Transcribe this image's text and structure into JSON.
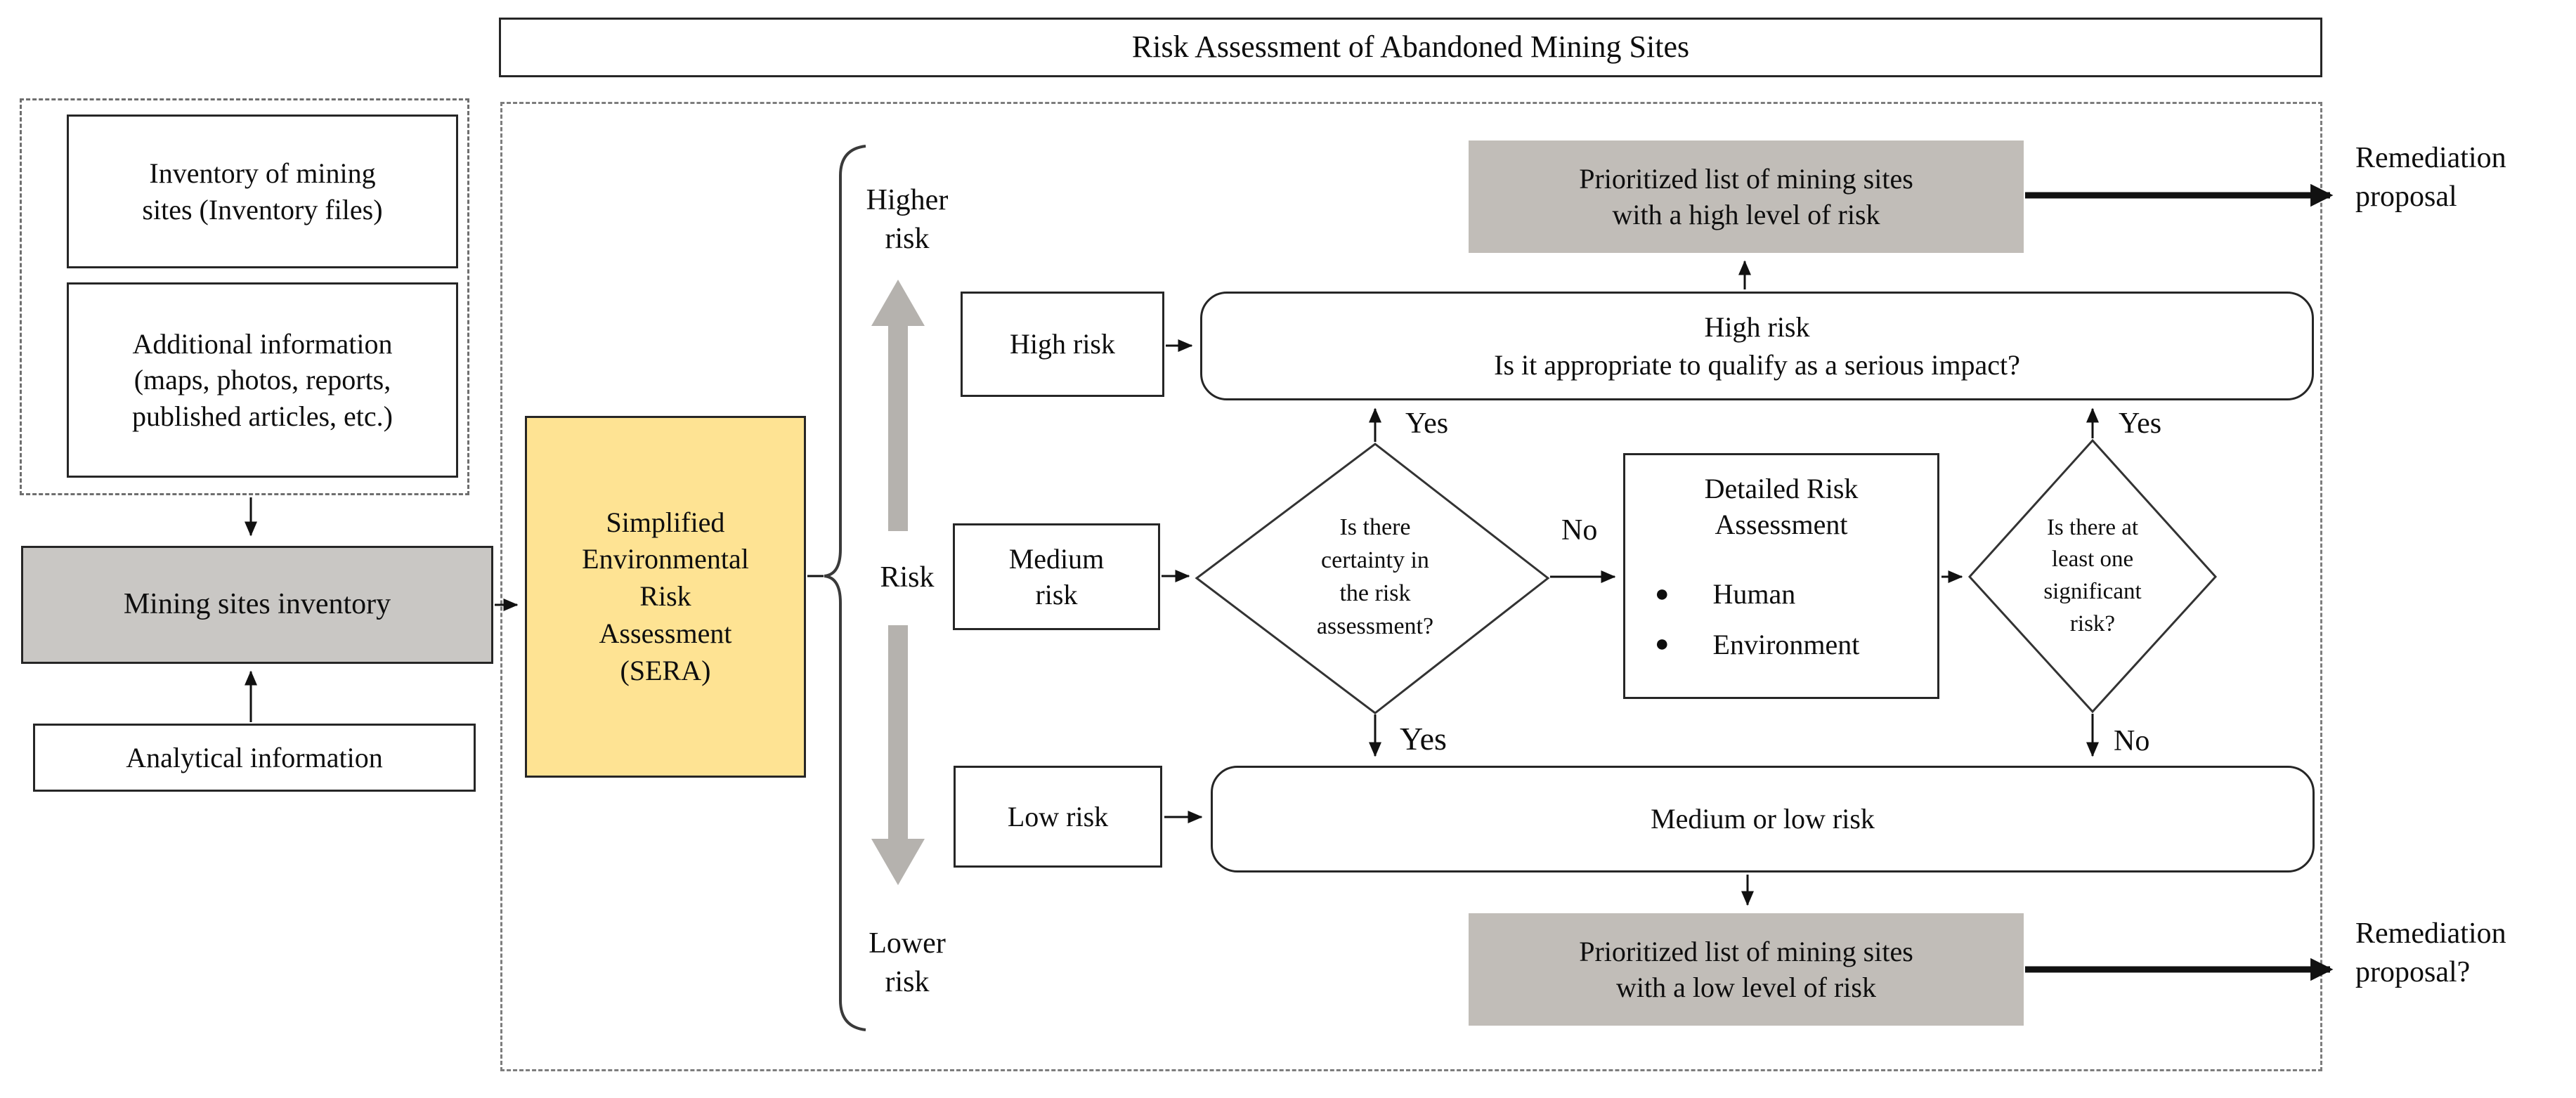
{
  "title": "Risk Assessment of Abandoned Mining Sites",
  "left_panel": {
    "inventory_files": "Inventory of mining\nsites (Inventory files)",
    "additional_information": "Additional information\n(maps, photos, reports,\npublished articles, etc.)",
    "mining_sites_inventory": "Mining sites inventory",
    "analytical_information": "Analytical information"
  },
  "sera": "Simplified\nEnvironmental\nRisk\nAssessment\n(SERA)",
  "risk_scale": {
    "higher": "Higher\nrisk",
    "axis": "Risk",
    "lower": "Lower\nrisk"
  },
  "risk_levels": {
    "high": "High risk",
    "medium": "Medium\nrisk",
    "low": "Low risk"
  },
  "decision_flow": {
    "high_risk_box": "High risk\nIs it appropriate to qualify as a serious impact?",
    "certainty_diamond": "Is there\ncertainty in\nthe risk\nassessment?",
    "detailed_assessment": {
      "title": "Detailed Risk\nAssessment",
      "bullets": [
        "Human",
        "Environment"
      ]
    },
    "significant_diamond": "Is there at\nleast one\nsignificant\nrisk?",
    "medium_low_box": "Medium or low risk",
    "yes": "Yes",
    "no": "No"
  },
  "outputs": {
    "high_priority_list": "Prioritized list of mining sites\nwith a high level of risk",
    "low_priority_list": "Prioritized list of mining sites\nwith a low level of risk",
    "remediation_proposal": "Remediation\nproposal",
    "remediation_proposal_question": "Remediation\nproposal?"
  },
  "colors": {
    "sera_fill": "#FEE393",
    "priority_fill": "#C1BDB8",
    "inventory_fill": "#C9C7C4",
    "scale_arrow": "#B5B2AE"
  }
}
